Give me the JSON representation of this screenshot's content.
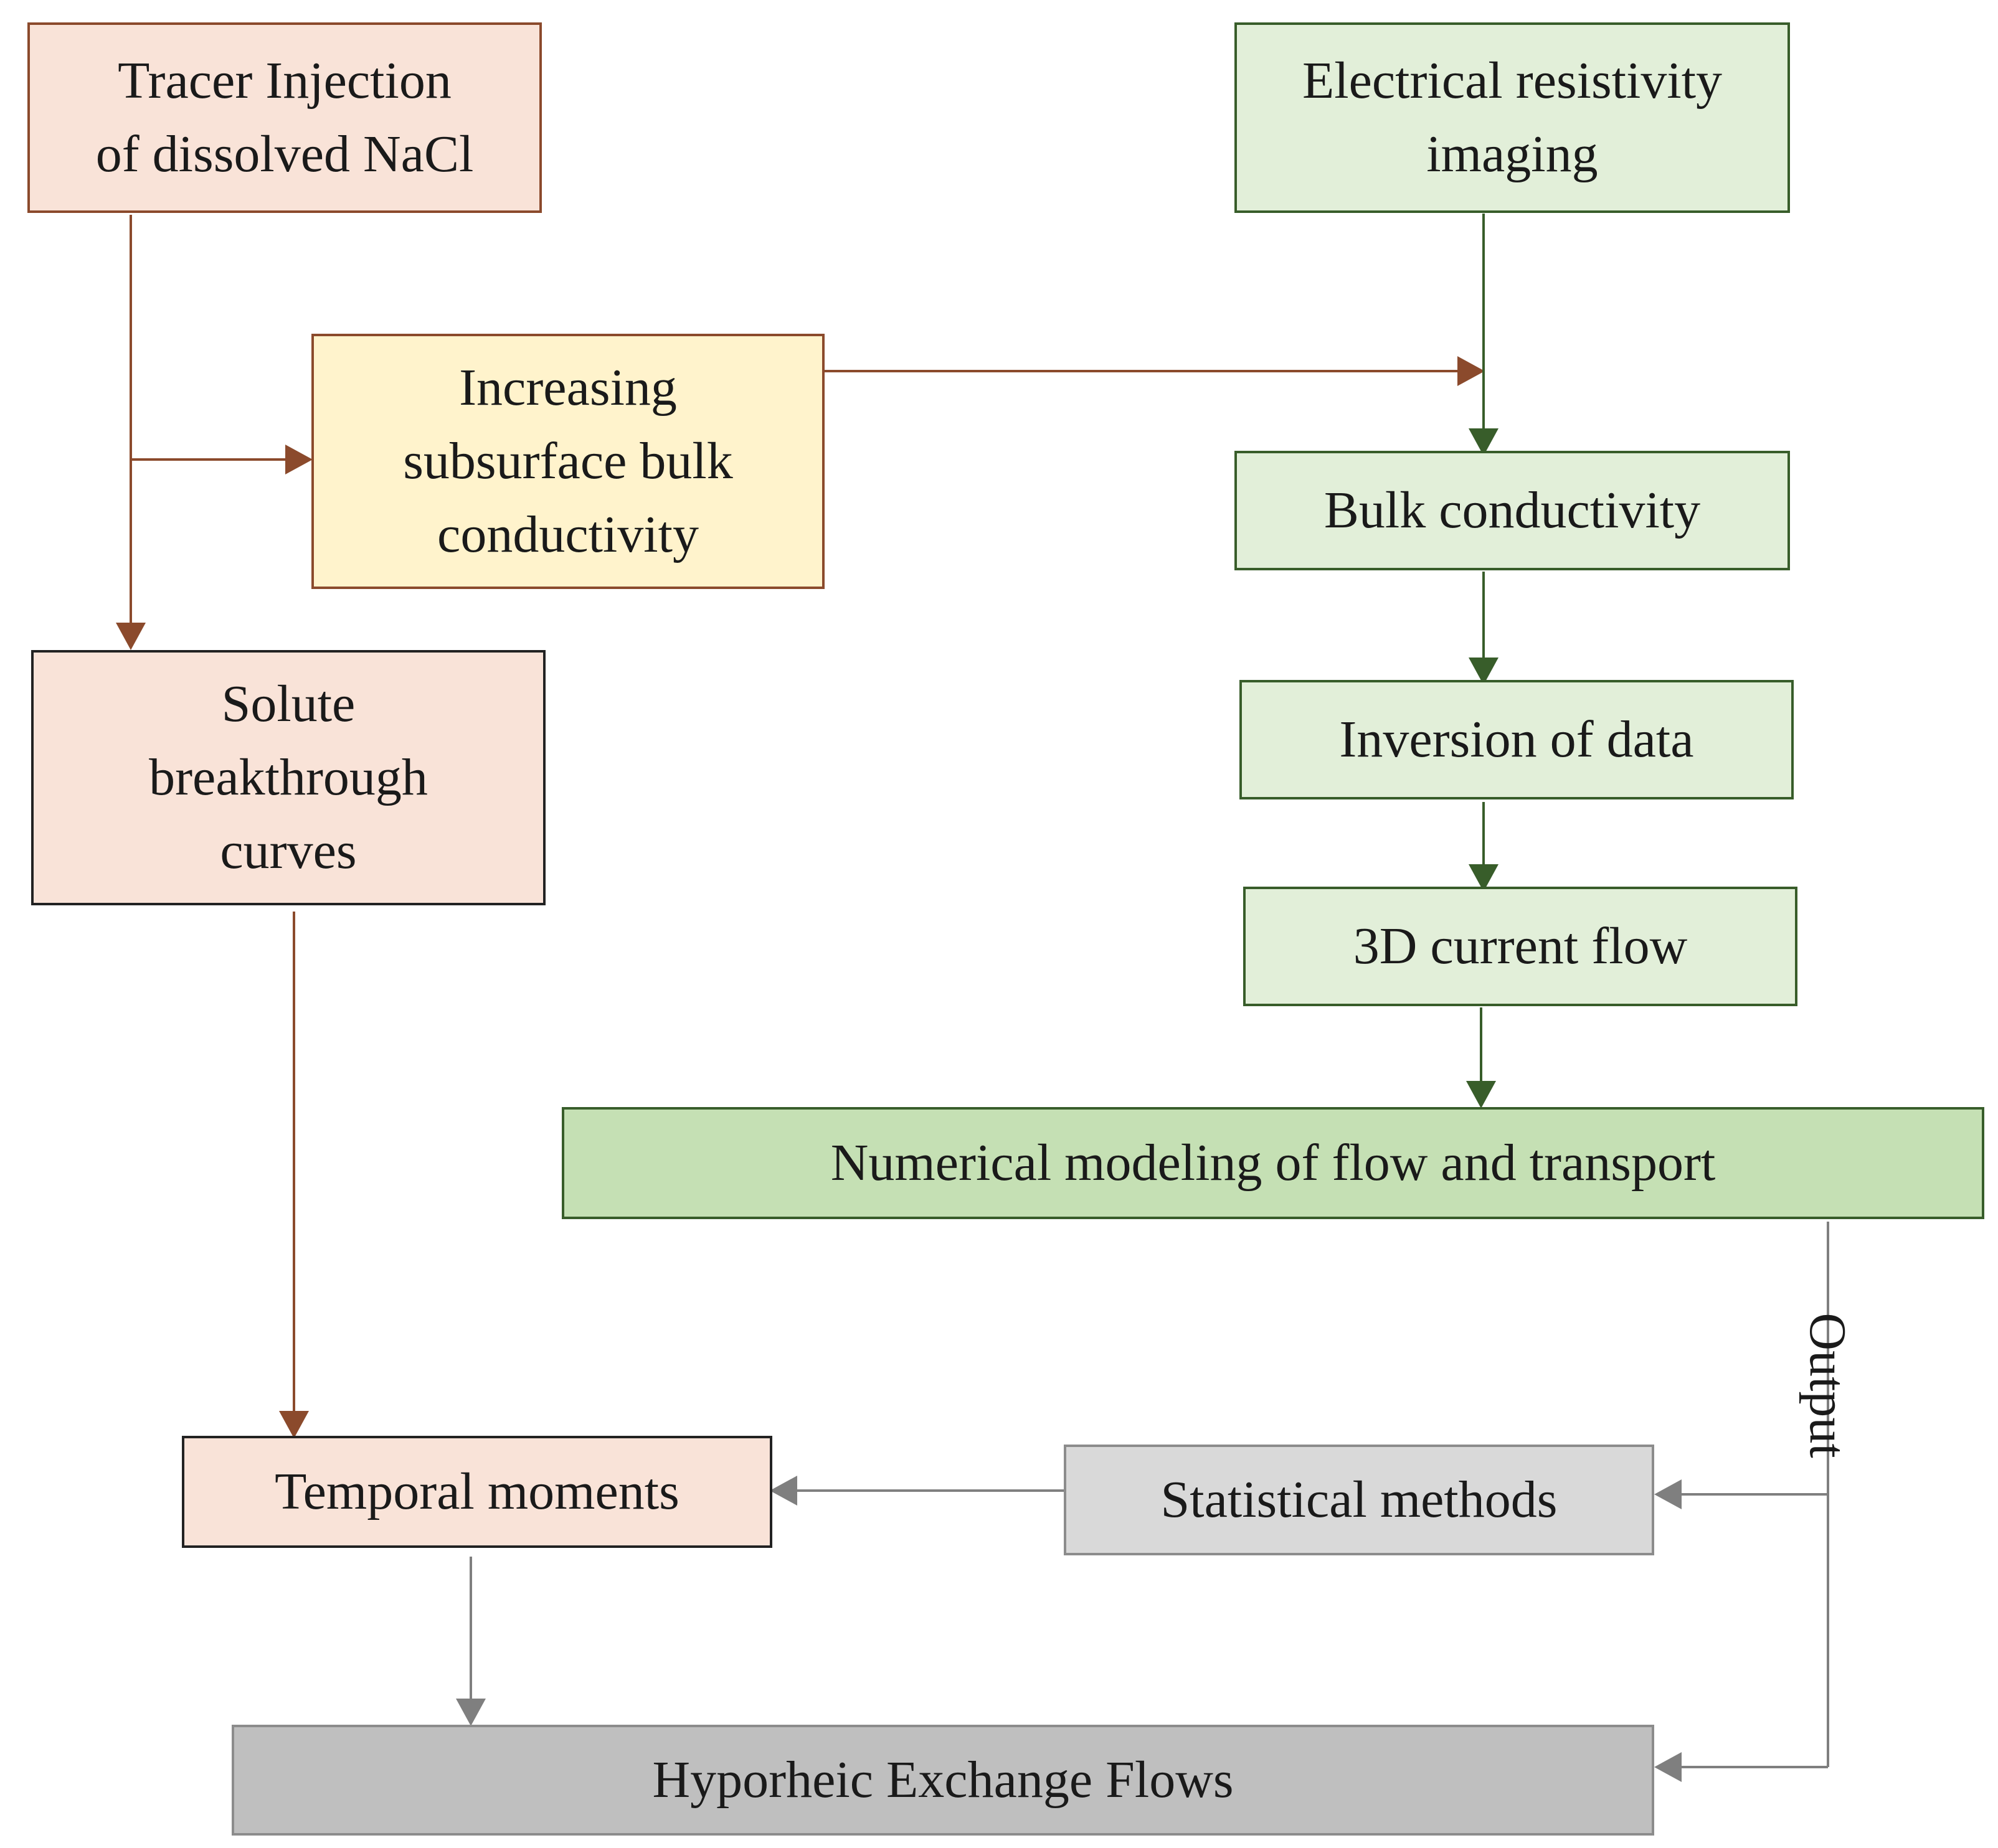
{
  "nodes": {
    "tracer_injection": {
      "line1": "Tracer Injection",
      "line2": "of dissolved NaCl"
    },
    "increasing_conductivity": {
      "line1": "Increasing",
      "line2": "subsurface bulk",
      "line3": "conductivity"
    },
    "solute_breakthrough": {
      "line1": "Solute",
      "line2": "breakthrough",
      "line3": "curves"
    },
    "temporal_moments": {
      "label": "Temporal moments"
    },
    "electrical_resistivity": {
      "line1": "Electrical resistivity",
      "line2": "imaging"
    },
    "bulk_conductivity": {
      "label": "Bulk conductivity"
    },
    "inversion_of_data": {
      "label": "Inversion of data"
    },
    "current_flow": {
      "label": "3D current flow"
    },
    "numerical_modeling": {
      "label": "Numerical modeling of flow and transport"
    },
    "statistical_methods": {
      "label": "Statistical methods"
    },
    "hyporheic_exchange": {
      "label": "Hyporheic Exchange Flows"
    }
  },
  "edge_labels": {
    "output": "Output"
  },
  "colors": {
    "brown_arrow": "#8b4a2c",
    "green_arrow": "#385d2a",
    "gray_arrow": "#7f7f7f",
    "tracer_fill": "#f9e3d8",
    "increase_fill": "#fff3cc",
    "green_fill": "#e2efd9",
    "numeric_fill": "#c5e0b4",
    "stat_fill": "#d9d9d9",
    "hypo_fill": "#bfbfbf"
  }
}
